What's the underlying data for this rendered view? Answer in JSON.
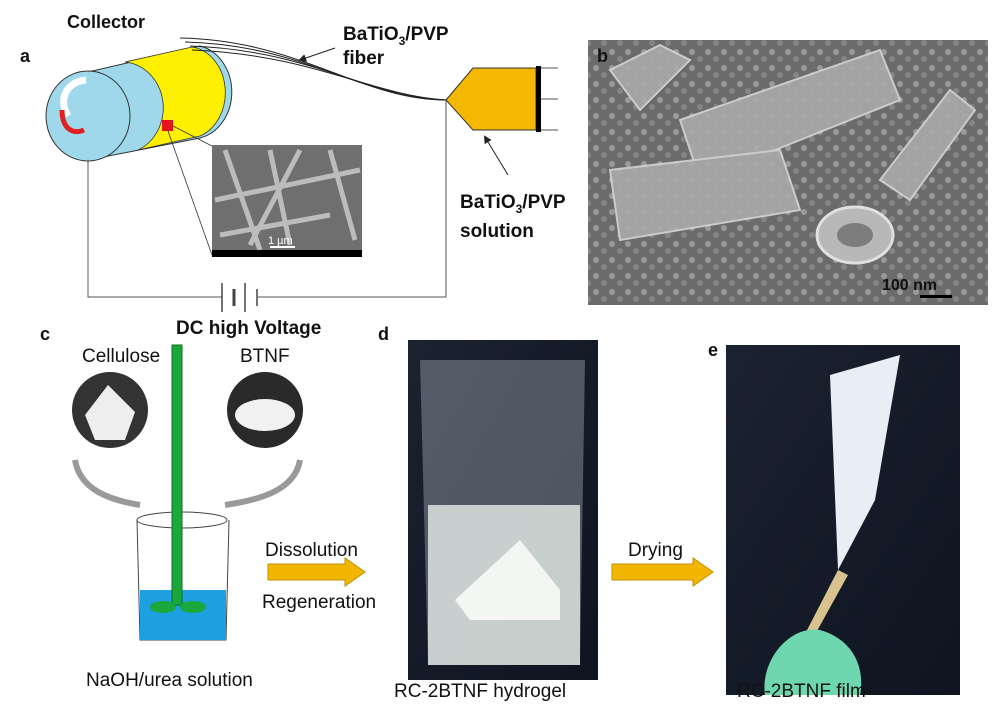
{
  "panel_a": {
    "label": "a",
    "collector": "Collector",
    "fiber_label_1": "BaTiO",
    "fiber_sub": "3",
    "fiber_label_2": "/PVP",
    "fiber_label_3": "fiber",
    "solution_label_1": "BaTiO",
    "solution_sub": "3",
    "solution_label_2": "/PVP",
    "solution_label_3": "solution",
    "scale_bar": "1 µm",
    "power": "DC high Voltage"
  },
  "panel_b": {
    "label": "b",
    "scale_bar": "100 nm"
  },
  "panel_c": {
    "label": "c",
    "cellulose": "Cellulose",
    "btnf": "BTNF",
    "solution": "NaOH/urea solution",
    "step1": "Dissolution",
    "step2": "Regeneration"
  },
  "panel_d": {
    "label": "d",
    "caption": "RC-2BTNF hydrogel",
    "step": "Drying"
  },
  "panel_e": {
    "label": "e",
    "caption": "RC-2BTNF film"
  },
  "colors": {
    "collector": "#9ed8ea",
    "band": "#fff000",
    "syringe": "#f5b800",
    "arrow": "#f2b600",
    "stirrer": "#1aa83a",
    "liquid": "#1e9fe0"
  }
}
